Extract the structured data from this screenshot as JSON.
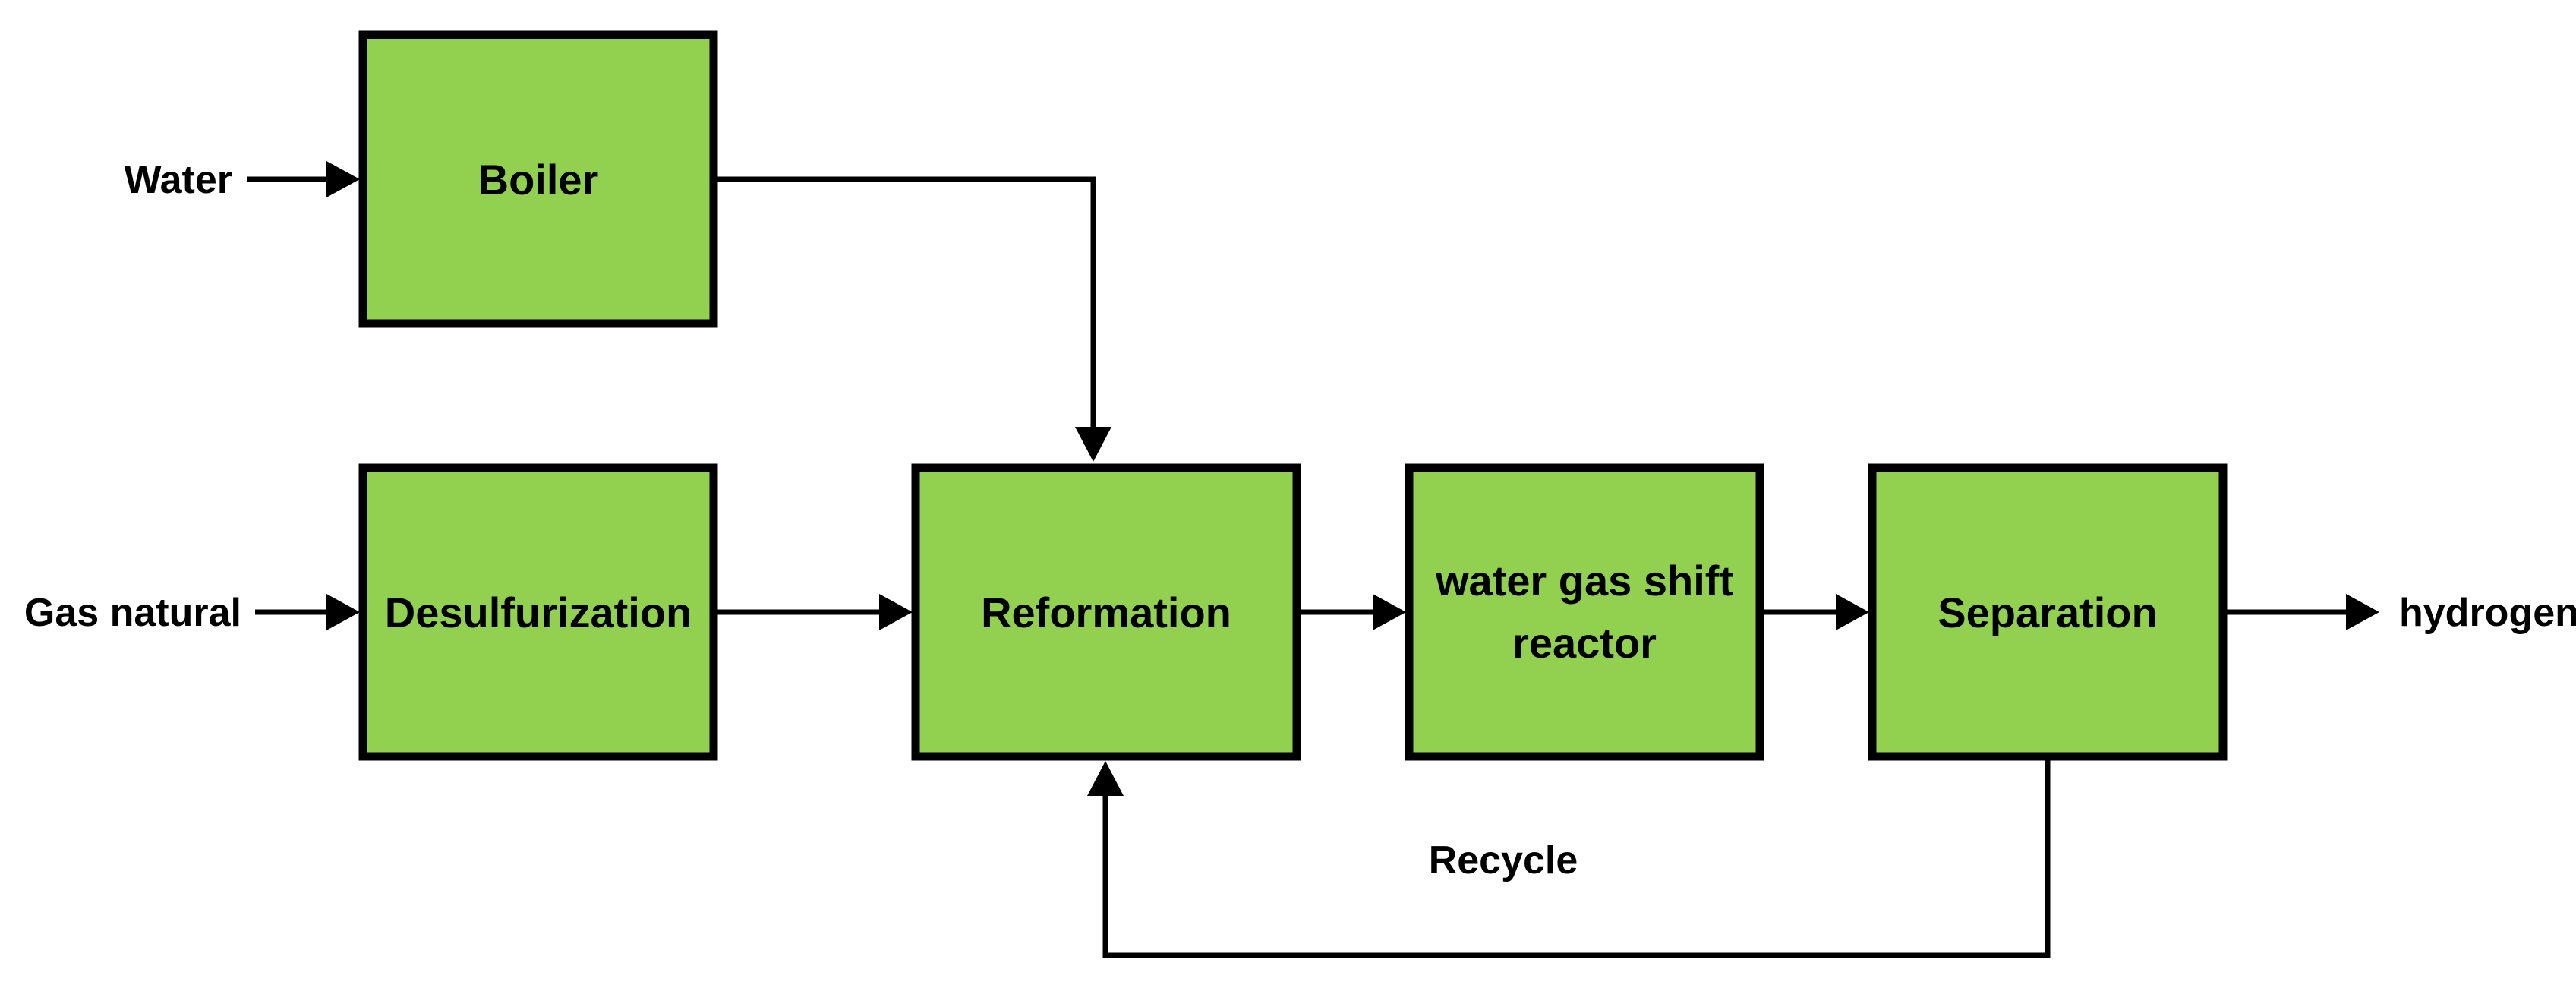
{
  "colors": {
    "block_fill": "#92d050",
    "stroke": "#000000",
    "background": "#ffffff"
  },
  "inputs": {
    "water": "Water",
    "natural_gas": "Gas natural"
  },
  "blocks": {
    "boiler": "Boiler",
    "desulfurization": "Desulfurization",
    "reformation": "Reformation",
    "wgs_line1": "water gas shift",
    "wgs_line2": "reactor",
    "separation": "Separation"
  },
  "outputs": {
    "hydrogen": "hydrogen"
  },
  "loops": {
    "recycle": "Recycle"
  }
}
